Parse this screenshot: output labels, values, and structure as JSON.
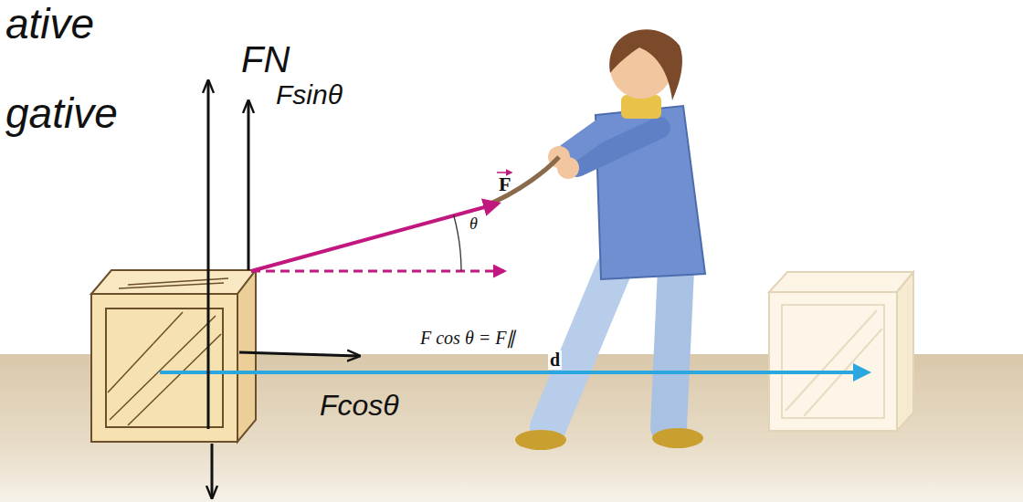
{
  "diagram": {
    "labels": [
      "ative",
      "gative",
      "FN",
      "Fsinθ",
      "F",
      "θ",
      "F cos θ = F∥",
      "d",
      "Fcosθ"
    ]
  }
}
